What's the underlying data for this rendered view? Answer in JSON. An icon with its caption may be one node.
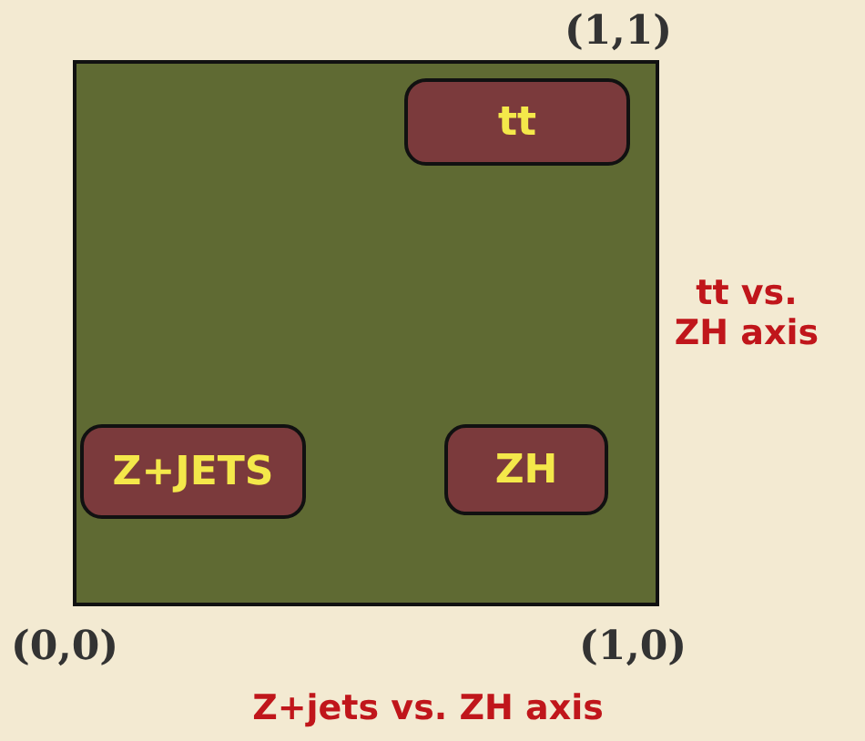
{
  "diagram": {
    "nodes": [
      {
        "text": [],
        "shape": "box"
      },
      {
        "text": [
          "tt"
        ],
        "in": 0
      },
      {
        "text": [
          "Z+JETS"
        ],
        "in": 0
      },
      {
        "text": [
          "ZH"
        ],
        "in": 0
      }
    ],
    "labels": [
      "(1,1)",
      "tt vs. ZH axis",
      "(0,0)",
      "(1,0)",
      "Z+jets vs. ZH axis"
    ]
  }
}
